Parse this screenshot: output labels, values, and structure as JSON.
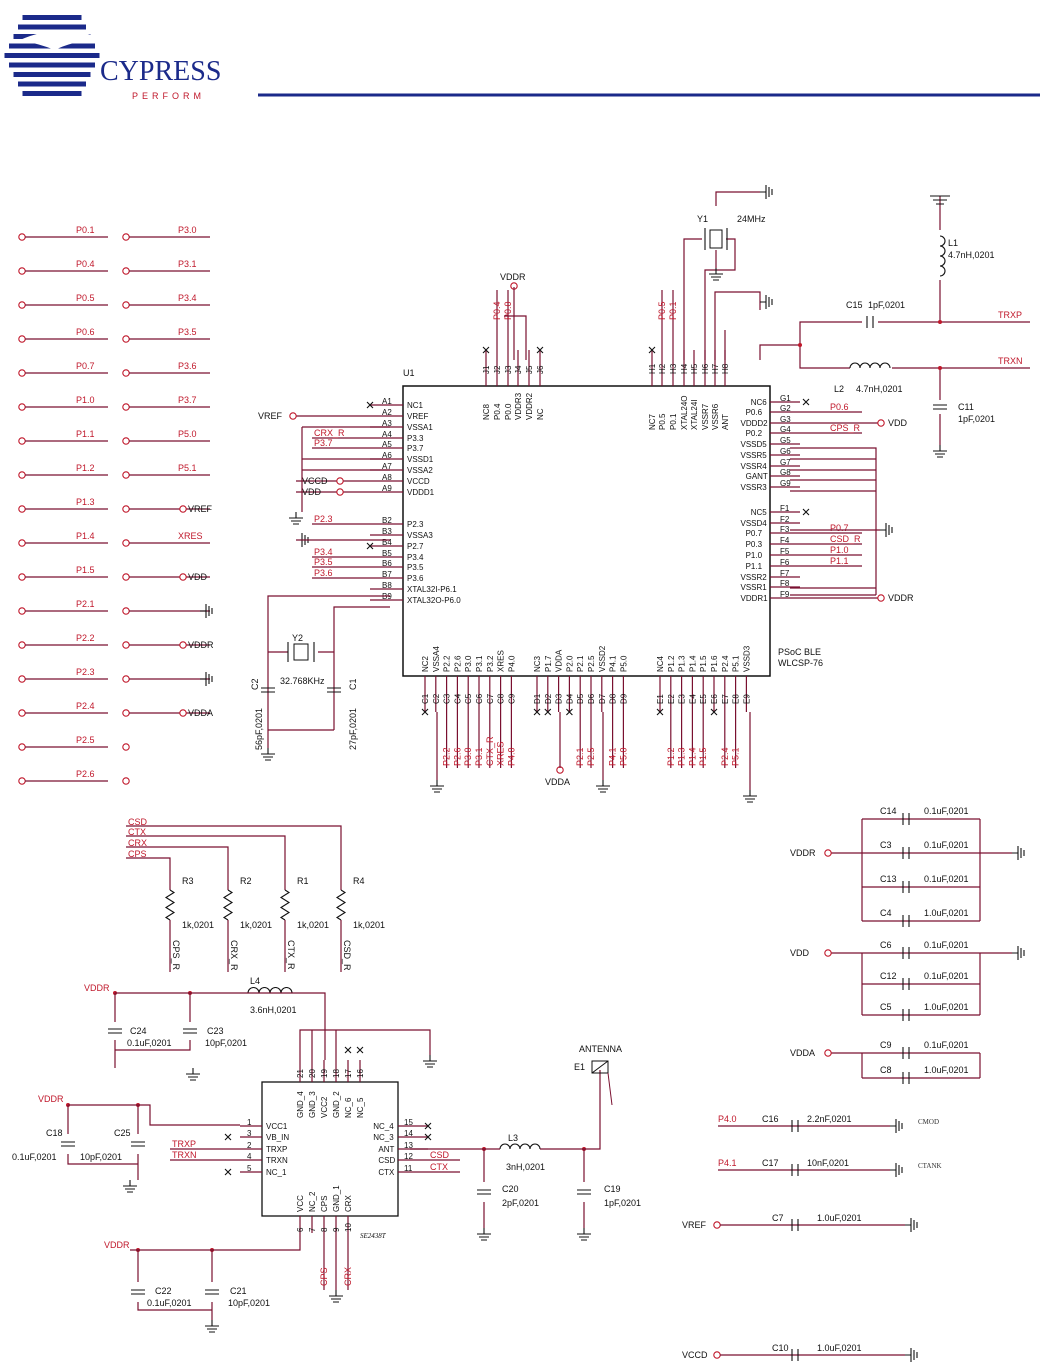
{
  "brand": {
    "name": "CYPRESS",
    "tagline": "PERFORM",
    "accent": "#1b2a8a"
  },
  "colors": {
    "wire": "#7a1030",
    "net_label": "#c0182b",
    "text": "#111111"
  },
  "left_column_nets": [
    "P0.1",
    "P0.4",
    "P0.5",
    "P0.6",
    "P0.7",
    "P1.0",
    "P1.1",
    "P1.2",
    "P1.3",
    "P1.4",
    "P1.5",
    "P2.1",
    "P2.2",
    "P2.3",
    "P2.4",
    "P2.5",
    "P2.6"
  ],
  "right_column_nets": [
    "P3.0",
    "P3.1",
    "P3.4",
    "P3.5",
    "P3.6",
    "P3.7",
    "P5.0",
    "P5.1",
    "",
    "XRES",
    "",
    "",
    "",
    "",
    "",
    "",
    ""
  ],
  "right_column_terminals": [
    "",
    "",
    "",
    "",
    "",
    "",
    "",
    "",
    "VREF",
    "",
    "VDD",
    "gnd",
    "VDDR",
    "gnd",
    "VDDA",
    "",
    ""
  ],
  "u1": {
    "ref": "U1",
    "part1": "PSoC BLE",
    "part2": "WLCSP-76",
    "left_pins": [
      {
        "n": "A1",
        "name": "NC1"
      },
      {
        "n": "A2",
        "name": "VREF"
      },
      {
        "n": "A3",
        "name": "VSSA1"
      },
      {
        "n": "A4",
        "name": "P3.3"
      },
      {
        "n": "A5",
        "name": "P3.7"
      },
      {
        "n": "A6",
        "name": "VSSD1"
      },
      {
        "n": "A7",
        "name": "VSSA2"
      },
      {
        "n": "A8",
        "name": "VCCD"
      },
      {
        "n": "A9",
        "name": "VDDD1"
      },
      {
        "n": "B2",
        "name": "P2.3"
      },
      {
        "n": "B3",
        "name": "VSSA3"
      },
      {
        "n": "B4",
        "name": "P2.7"
      },
      {
        "n": "B5",
        "name": "P3.4"
      },
      {
        "n": "B6",
        "name": "P3.5"
      },
      {
        "n": "B7",
        "name": "P3.6"
      },
      {
        "n": "B8",
        "name": "XTAL32I-P6.1"
      },
      {
        "n": "B9",
        "name": "XTAL32O-P6.0"
      }
    ],
    "left_nets": [
      "",
      "VREF",
      "",
      "CRX_R",
      "P3.7",
      "",
      "",
      "VCCD",
      "VDD",
      "P2.3",
      "",
      "",
      "P3.4",
      "P3.5",
      "P3.6",
      "",
      ""
    ],
    "right_pins": [
      {
        "n": "G1",
        "name": "NC6"
      },
      {
        "n": "G2",
        "name": "P0.6"
      },
      {
        "n": "G3",
        "name": "VDDD2"
      },
      {
        "n": "G4",
        "name": "P0.2"
      },
      {
        "n": "G5",
        "name": "VSSD5"
      },
      {
        "n": "G6",
        "name": "VSSR5"
      },
      {
        "n": "G7",
        "name": "VSSR4"
      },
      {
        "n": "G8",
        "name": "GANT"
      },
      {
        "n": "G9",
        "name": "VSSR3"
      },
      {
        "n": "F1",
        "name": "NC5"
      },
      {
        "n": "F2",
        "name": "VSSD4"
      },
      {
        "n": "F3",
        "name": "P0.7"
      },
      {
        "n": "F4",
        "name": "P0.3"
      },
      {
        "n": "F5",
        "name": "P1.0"
      },
      {
        "n": "F6",
        "name": "P1.1"
      },
      {
        "n": "F7",
        "name": "VSSR2"
      },
      {
        "n": "F8",
        "name": "VSSR1"
      },
      {
        "n": "F9",
        "name": "VDDR1"
      }
    ],
    "right_nets": [
      "",
      "P0.6",
      "VDD",
      "CPS_R",
      "",
      "",
      "",
      "",
      "",
      "",
      "",
      "P0.7",
      "CSD_R",
      "P1.0",
      "P1.1",
      "",
      "",
      "VDDR"
    ],
    "top_left_pins": [
      {
        "n": "J1",
        "name": "NC8"
      },
      {
        "n": "J2",
        "name": "P0.4"
      },
      {
        "n": "J3",
        "name": "P0.0"
      },
      {
        "n": "J4",
        "name": "VDDR3"
      },
      {
        "n": "J5",
        "name": "VDDR2"
      },
      {
        "n": "J6",
        "name": "NC"
      }
    ],
    "top_left_nets": [
      "",
      "P0.4",
      "P0.0",
      "",
      "",
      ""
    ],
    "top_right_pins": [
      {
        "n": "H1",
        "name": "NC7"
      },
      {
        "n": "H2",
        "name": "P0.5"
      },
      {
        "n": "H3",
        "name": "P0.1"
      },
      {
        "n": "H4",
        "name": "XTAL24O"
      },
      {
        "n": "H5",
        "name": "XTAL24I"
      },
      {
        "n": "H6",
        "name": "VSSR7"
      },
      {
        "n": "H7",
        "name": "VSSR6"
      },
      {
        "n": "H8",
        "name": "ANT"
      }
    ],
    "top_right_nets": [
      "",
      "P0.5",
      "P0.1",
      "",
      "",
      "",
      "",
      ""
    ],
    "bottom_pins": [
      {
        "n": "C1",
        "name": "NC2"
      },
      {
        "n": "C2",
        "name": "VSSA4"
      },
      {
        "n": "C3",
        "name": "P2.2"
      },
      {
        "n": "C4",
        "name": "P2.6"
      },
      {
        "n": "C5",
        "name": "P3.0"
      },
      {
        "n": "C6",
        "name": "P3.1"
      },
      {
        "n": "C7",
        "name": "P3.2"
      },
      {
        "n": "C8",
        "name": "XRES"
      },
      {
        "n": "C9",
        "name": "P4.0"
      },
      {
        "n": "D1",
        "name": "NC3"
      },
      {
        "n": "D2",
        "name": "P1.7"
      },
      {
        "n": "D3",
        "name": "VDDA"
      },
      {
        "n": "D4",
        "name": "P2.0"
      },
      {
        "n": "D5",
        "name": "P2.1"
      },
      {
        "n": "D6",
        "name": "P2.5"
      },
      {
        "n": "D7",
        "name": "VSSD2"
      },
      {
        "n": "D8",
        "name": "P4.1"
      },
      {
        "n": "D9",
        "name": "P5.0"
      },
      {
        "n": "E1",
        "name": "NC4"
      },
      {
        "n": "E2",
        "name": "P1.2"
      },
      {
        "n": "E3",
        "name": "P1.3"
      },
      {
        "n": "E4",
        "name": "P1.4"
      },
      {
        "n": "E5",
        "name": "P1.5"
      },
      {
        "n": "E6",
        "name": "P1.6"
      },
      {
        "n": "E7",
        "name": "P2.4"
      },
      {
        "n": "E8",
        "name": "P5.1"
      },
      {
        "n": "E9",
        "name": "VSSD3"
      }
    ],
    "bottom_nets": [
      "",
      "",
      "P2.2",
      "P2.6",
      "P3.0",
      "P3.1",
      "CTX_R",
      "XRES",
      "P4.0",
      "",
      "",
      "",
      "",
      "P2.1",
      "P2.5",
      "",
      "P4.1",
      "P5.0",
      "",
      "P1.2",
      "P1.3",
      "P1.4",
      "P1.5",
      "",
      "P2.4",
      "P5.1",
      ""
    ],
    "vddr_label": "VDDR",
    "vdda_label": "VDDA"
  },
  "crystal_y1": {
    "ref": "Y1",
    "value": "24MHz"
  },
  "crystal_y2": {
    "ref": "Y2",
    "value": "32.768KHz"
  },
  "c2": {
    "ref": "C2",
    "value": "56pF,0201"
  },
  "c1": {
    "ref": "C1",
    "value": "27pF,0201"
  },
  "l1": {
    "ref": "L1",
    "value": "4.7nH,0201"
  },
  "c15": {
    "ref": "C15",
    "value": "1pF,0201"
  },
  "l2": {
    "ref": "L2",
    "value": "4.7nH,0201"
  },
  "c11": {
    "ref": "C11",
    "value": "1pF,0201"
  },
  "trxp": "TRXP",
  "trxn": "TRXN",
  "resistors": {
    "nets_top": [
      "CSD",
      "CTX",
      "CRX",
      "CPS"
    ],
    "items": [
      {
        "ref": "R3",
        "value": "1k,0201",
        "net": "CPS_R"
      },
      {
        "ref": "R2",
        "value": "1k,0201",
        "net": "CRX_R"
      },
      {
        "ref": "R1",
        "value": "1k,0201",
        "net": "CTX_R"
      },
      {
        "ref": "R4",
        "value": "1k,0201",
        "net": "CSD_R"
      }
    ]
  },
  "decoupling": {
    "vddr_label": "VDDR",
    "vdd_label": "VDD",
    "vdda_label": "VDDA",
    "vddr_caps": [
      {
        "ref": "C14",
        "value": "0.1uF,0201"
      },
      {
        "ref": "C3",
        "value": "0.1uF,0201"
      },
      {
        "ref": "C13",
        "value": "0.1uF,0201"
      },
      {
        "ref": "C4",
        "value": "1.0uF,0201"
      }
    ],
    "vdd_caps": [
      {
        "ref": "C6",
        "value": "0.1uF,0201"
      },
      {
        "ref": "C12",
        "value": "0.1uF,0201"
      },
      {
        "ref": "C5",
        "value": "1.0uF,0201"
      }
    ],
    "vdda_caps": [
      {
        "ref": "C9",
        "value": "0.1uF,0201"
      },
      {
        "ref": "C8",
        "value": "1.0uF,0201"
      }
    ]
  },
  "misc_caps": [
    {
      "net": "P4.0",
      "ref": "C16",
      "value": "2.2nF,0201",
      "tag": "CMOD"
    },
    {
      "net": "P4.1",
      "ref": "C17",
      "value": "10nF,0201",
      "tag": "CTANK"
    },
    {
      "net": "VREF",
      "ref": "C7",
      "value": "1.0uF,0201",
      "tag": ""
    },
    {
      "net": "VCCD",
      "ref": "C10",
      "value": "1.0uF,0201",
      "tag": ""
    }
  ],
  "pa": {
    "vddr": "VDDR",
    "l4": {
      "ref": "L4",
      "value": "3.6nH,0201"
    },
    "c24": {
      "ref": "C24",
      "value": "0.1uF,0201"
    },
    "c23": {
      "ref": "C23",
      "value": "10pF,0201"
    },
    "c18": {
      "ref": "C18",
      "value": "0.1uF,0201"
    },
    "c25": {
      "ref": "C25",
      "value": "10pF,0201"
    },
    "c22": {
      "ref": "C22",
      "value": "0.1uF,0201"
    },
    "c21": {
      "ref": "C21",
      "value": "10pF,0201"
    },
    "l3": {
      "ref": "L3",
      "value": "3nH,0201"
    },
    "c20": {
      "ref": "C20",
      "value": "2pF,0201"
    },
    "c19": {
      "ref": "C19",
      "value": "1pF,0201"
    },
    "antenna": {
      "ref": "E1",
      "label": "ANTENNA"
    },
    "part": "SE2438T",
    "left_pins": [
      {
        "n": "1",
        "name": "VCC1"
      },
      {
        "n": "3",
        "name": "VB_IN"
      },
      {
        "n": "2",
        "name": "TRXP"
      },
      {
        "n": "4",
        "name": "TRXN"
      },
      {
        "n": "5",
        "name": "NC_1"
      }
    ],
    "left_nets": [
      "",
      "",
      "TRXP",
      "TRXN",
      ""
    ],
    "right_pins": [
      {
        "n": "15",
        "name": "NC_4"
      },
      {
        "n": "14",
        "name": "NC_3"
      },
      {
        "n": "13",
        "name": "ANT"
      },
      {
        "n": "12",
        "name": "CSD"
      },
      {
        "n": "11",
        "name": "CTX"
      }
    ],
    "right_nets": [
      "",
      "",
      "",
      "CSD",
      "CTX"
    ],
    "top_pins": [
      {
        "n": "21",
        "name": "GND_4"
      },
      {
        "n": "20",
        "name": "GND_3"
      },
      {
        "n": "19",
        "name": "VCC2"
      },
      {
        "n": "18",
        "name": "GND_2"
      },
      {
        "n": "17",
        "name": "NC_6"
      },
      {
        "n": "16",
        "name": "NC_5"
      }
    ],
    "bottom_pins": [
      {
        "n": "6",
        "name": "VCC"
      },
      {
        "n": "7",
        "name": "NC_2"
      },
      {
        "n": "8",
        "name": "CPS"
      },
      {
        "n": "9",
        "name": "GND_1"
      },
      {
        "n": "10",
        "name": "CRX"
      }
    ],
    "bottom_nets": [
      "",
      "",
      "CPS",
      "",
      "CRX"
    ]
  }
}
